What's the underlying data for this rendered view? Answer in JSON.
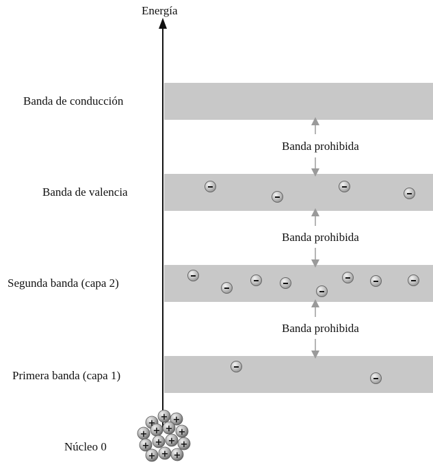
{
  "axis": {
    "label": "Energía"
  },
  "bands": [
    {
      "label": "Banda de conducción"
    },
    {
      "label": "Banda de valencia"
    },
    {
      "label": "Segunda banda (capa 2)"
    },
    {
      "label": "Primera banda (capa 1)"
    }
  ],
  "gaps": [
    {
      "label": "Banda prohibida"
    },
    {
      "label": "Banda prohibida"
    },
    {
      "label": "Banda prohibida"
    }
  ],
  "nucleus": {
    "label": "Núcleo 0"
  },
  "electrons": {
    "symbol": "−",
    "counts": {
      "conduction": 0,
      "valence": 4,
      "second": 8,
      "first": 2
    }
  },
  "nucleus_particles": {
    "symbol": "+",
    "count": 14
  },
  "colors": {
    "band": "#c8c8c8",
    "axis": "#111111",
    "gap_arrow": "#9a9a9a"
  }
}
